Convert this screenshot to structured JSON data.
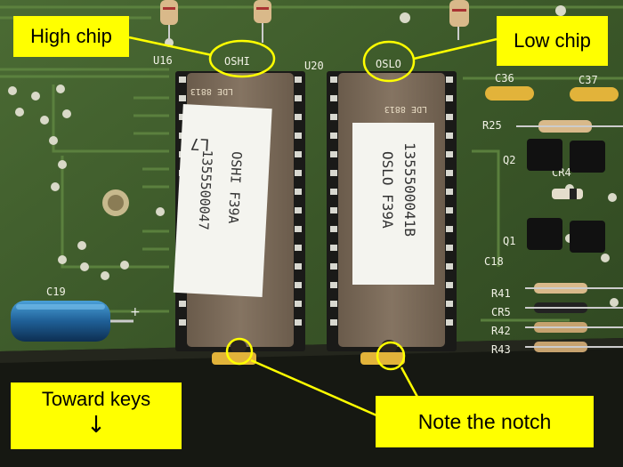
{
  "callouts": {
    "high_chip": "High chip",
    "low_chip": "Low chip",
    "note_notch": "Note the notch",
    "toward_keys": "Toward keys",
    "toward_keys_arrow": "↓"
  },
  "silkscreen": {
    "u16": "U16",
    "u20": "U20",
    "c36": "C36",
    "c37": "C37",
    "r25": "R25",
    "q2": "Q2",
    "cr4": "CR4",
    "q1": "Q1",
    "c18": "C18",
    "c19": "C19",
    "r41": "R41",
    "cr5": "CR5",
    "r42": "R42",
    "r43": "R43",
    "socket_high": "OSHI",
    "socket_low": "OSLO"
  },
  "chips": {
    "high": {
      "stamp": "LDE 8813",
      "label_line1": "1355500047",
      "label_line2": "OSHI F39A",
      "label_mark": "L7"
    },
    "low": {
      "stamp": "LDE 8813",
      "label_line1": "1355500041B",
      "label_line2": "OSLO F39A"
    }
  },
  "colors": {
    "callout_bg": "#ffff00",
    "highlight": "#ffff00",
    "pcb": "#3d5a2a",
    "chip_body": "#7a6a58"
  }
}
